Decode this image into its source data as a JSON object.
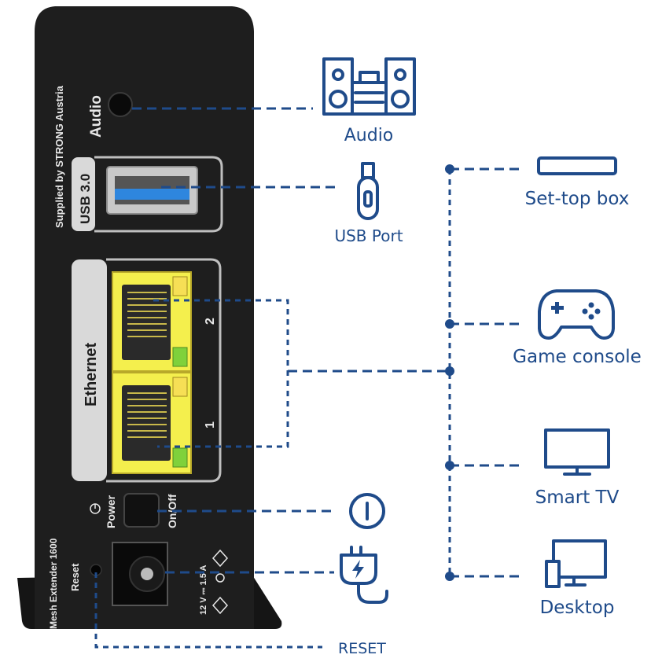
{
  "device": {
    "brand_text": "Supplied by STRONG Austria",
    "model_text": "Mesh Extender 1600",
    "audio_label": "Audio",
    "usb_label": "USB 3.0",
    "ethernet_label": "Ethernet",
    "port_1": "1",
    "port_2": "2",
    "power_label": "Power",
    "onoff_label": "On/Off",
    "reset_label": "Reset",
    "power_spec": "12 V ⎓ 1.5 A"
  },
  "callouts": {
    "audio": "Audio",
    "usb_port": "USB Port",
    "reset": "RESET"
  },
  "clients": {
    "set_top_box": "Set-top box",
    "game_console": "Game console",
    "smart_tv": "Smart TV",
    "desktop": "Desktop"
  },
  "colors": {
    "accent_blue": "#1f4b8a",
    "device_body": "#1c1c1c",
    "port_yellow": "#f4ef4d",
    "led_green": "#7fd13b",
    "usb_blue": "#2e86de"
  }
}
